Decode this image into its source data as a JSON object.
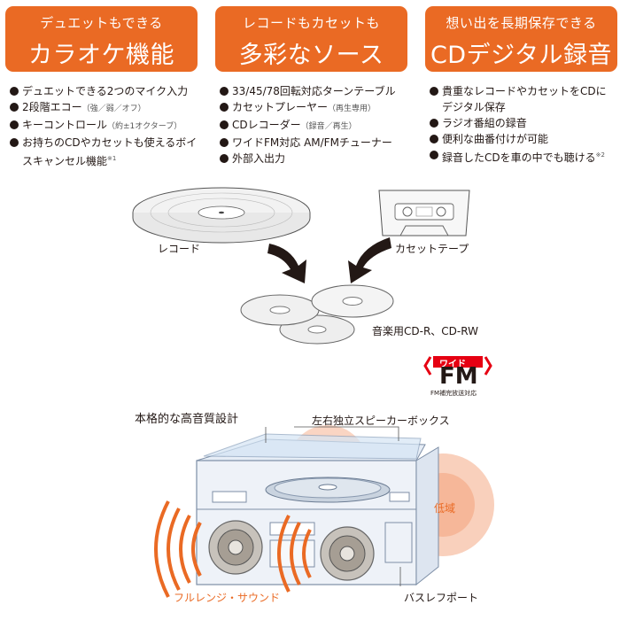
{
  "headers": [
    {
      "sub": "デュエットもできる",
      "main": "カラオケ機能"
    },
    {
      "sub": "レコードもカセットも",
      "main": "多彩なソース"
    },
    {
      "sub": "想い出を長期保存できる",
      "main": "CDデジタル録音"
    }
  ],
  "columns": [
    {
      "items": [
        {
          "text": "デュエットできる2つのマイク入力",
          "note": ""
        },
        {
          "text": "2段階エコー",
          "note": "（強／弱／オフ）"
        },
        {
          "text": "キーコントロール",
          "note": "（約±1オクターブ）"
        },
        {
          "text": "お持ちのCDやカセットも使えるボイスキャンセル機能",
          "note": "※1"
        }
      ]
    },
    {
      "items": [
        {
          "text": "33/45/78回転対応ターンテーブル",
          "note": ""
        },
        {
          "text": "カセットプレーヤー",
          "note": "（再生専用）"
        },
        {
          "text": "CDレコーダー",
          "note": "（録音／再生）"
        },
        {
          "text": "ワイドFM対応 AM/FMチューナー",
          "note": ""
        },
        {
          "text": "外部入出力",
          "note": ""
        }
      ]
    },
    {
      "items": [
        {
          "text": "貴重なレコードやカセットをCDにデジタル保存",
          "note": ""
        },
        {
          "text": "ラジオ番組の録音",
          "note": ""
        },
        {
          "text": "便利な曲番付けが可能",
          "note": ""
        },
        {
          "text": "録音したCDを車の中でも聴ける",
          "note": "※2"
        }
      ]
    }
  ],
  "diagram": {
    "record_label": "レコード",
    "cassette_label": "カセットテープ",
    "cd_label": "音楽用CD-R、CD-RW"
  },
  "wide_fm": {
    "badge_text": "ワイド",
    "big_text": "FM",
    "caption": "FM補完放送対応"
  },
  "speaker": {
    "title": "本格的な高音質設計",
    "callout_speaker_box": "左右独立スピーカーボックス",
    "callout_low": "低域",
    "callout_fullrange": "フルレンジ・サウンド",
    "callout_bass_reflex": "バスレフポート"
  },
  "colors": {
    "accent": "#ea6a24",
    "text": "#231815"
  }
}
